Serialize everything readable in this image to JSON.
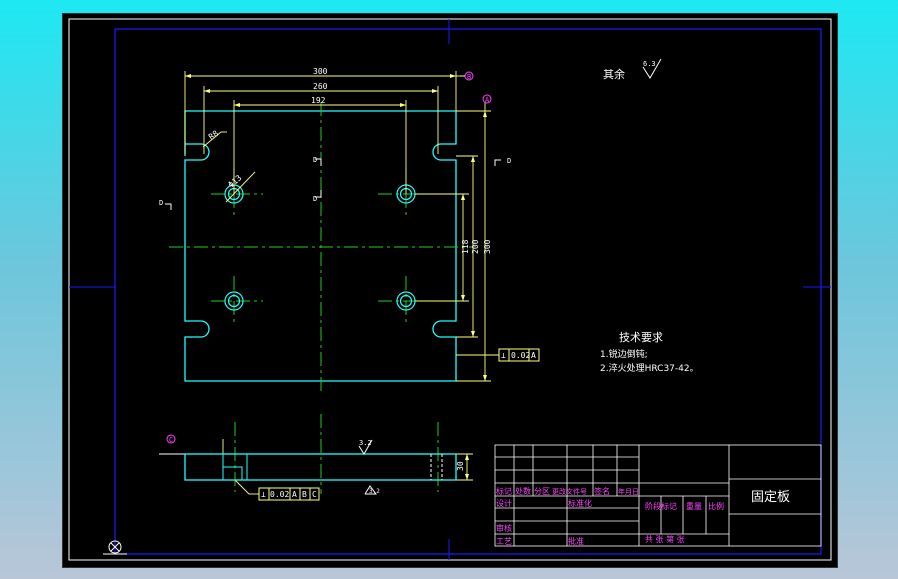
{
  "drawing": {
    "title": "固定板",
    "surface_finish_note": "其余",
    "surface_finish_value": "6.3",
    "tech_req_title": "技术要求",
    "tech_req_items": [
      "1.锐边倒钝;",
      "2.淬火处理HRC37-42。"
    ]
  },
  "dimensions": {
    "overall_width": "300",
    "hole_span_outer": "260",
    "hole_span_inner": "192",
    "slot_radius": "R8",
    "hole_dia": "Φ13",
    "height_inner": "118",
    "height_mid": "200",
    "height_overall": "300",
    "thickness": "30",
    "finish_bottom_1": "3.2",
    "finish_bottom_2": "3.2"
  },
  "datums": {
    "a": "A",
    "b": "B",
    "c": "C",
    "section": "D"
  },
  "tolerances": {
    "flatness": {
      "symbol": "⊥",
      "value": "0.02",
      "ref": "A"
    },
    "perpendicular": {
      "symbol": "⊥",
      "value": "0.02",
      "refs": [
        "A",
        "B",
        "C"
      ]
    }
  },
  "title_block": {
    "row_headers": [
      "标记",
      "处数",
      "分区",
      "更改文件号",
      "签名",
      "年月日"
    ],
    "designer": "设计",
    "standardize": "标准化",
    "stage_headers": [
      "阶段标记",
      "重量",
      "比例"
    ],
    "checker": "审核",
    "process": "工艺",
    "approve": "批准",
    "sheet_info": "共  张 第  张"
  },
  "colors": {
    "border": "#1a1aff",
    "outline": "#20ffff",
    "dimension": "#ffff80",
    "center": "#22cc22",
    "text": "#ffffff",
    "magenta": "#ff40ff",
    "hidden": "#ffffff"
  }
}
